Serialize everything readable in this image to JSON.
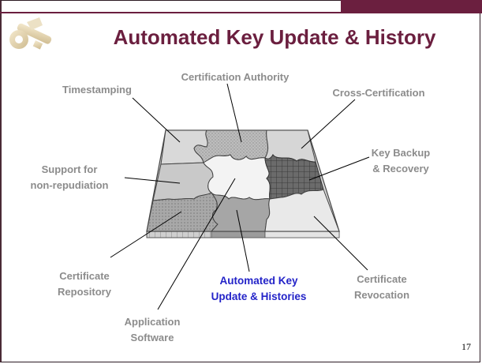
{
  "slide": {
    "title": "Automated Key Update & History",
    "page_number": "17",
    "accent_color": "#6b1f3f",
    "highlight_color": "#2323c8",
    "label_color": "#8c8c8c"
  },
  "labels": {
    "timestamping": "Timestamping",
    "certification_authority": "Certification Authority",
    "cross_certification": "Cross-Certification",
    "key_backup_1": "Key Backup",
    "key_backup_2": "& Recovery",
    "support_1": "Support for",
    "support_2": "non-repudiation",
    "cert_repo_1": "Certificate",
    "cert_repo_2": "Repository",
    "automated_1": "Automated Key",
    "automated_2": "Update & Histories",
    "cert_revocation_1": "Certificate",
    "cert_revocation_2": "Revocation",
    "app_software_1": "Application",
    "app_software_2": "Software"
  },
  "icons": {
    "logo": "key-logo-icon"
  }
}
